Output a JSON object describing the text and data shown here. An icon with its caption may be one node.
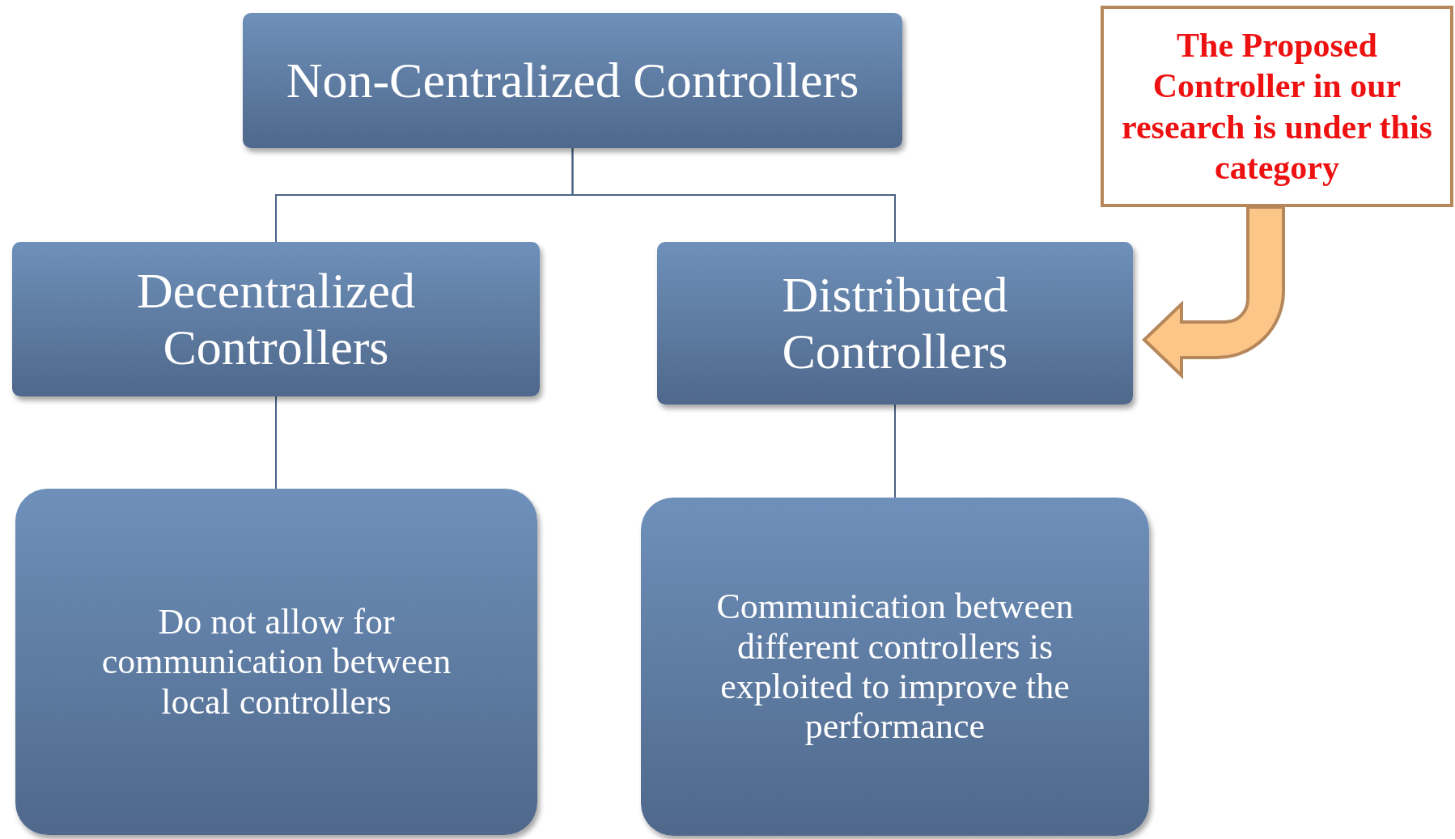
{
  "diagram": {
    "nodes": [
      {
        "text": [
          "Non-Centralized Controllers"
        ]
      },
      {
        "text": [
          "Decentralized Controllers"
        ]
      },
      {
        "text": [
          "Distributed Controllers"
        ]
      },
      {
        "text": [
          "Do not allow for communication between local controllers"
        ]
      },
      {
        "text": [
          "Communication between different controllers is exploited to improve the performance"
        ]
      },
      {
        "text": [
          "The Proposed Controller in our research is under this category"
        ]
      }
    ],
    "edges": [
      {
        "from": 0,
        "to": 1,
        "arrow": "none"
      },
      {
        "from": 0,
        "to": 2,
        "arrow": "none"
      },
      {
        "from": 1,
        "to": 3,
        "arrow": "none"
      },
      {
        "from": 2,
        "to": 4,
        "arrow": "none"
      },
      {
        "from": 5,
        "to": 2,
        "arrow": "to",
        "style": "thick",
        "color": "#fdc689"
      }
    ]
  }
}
